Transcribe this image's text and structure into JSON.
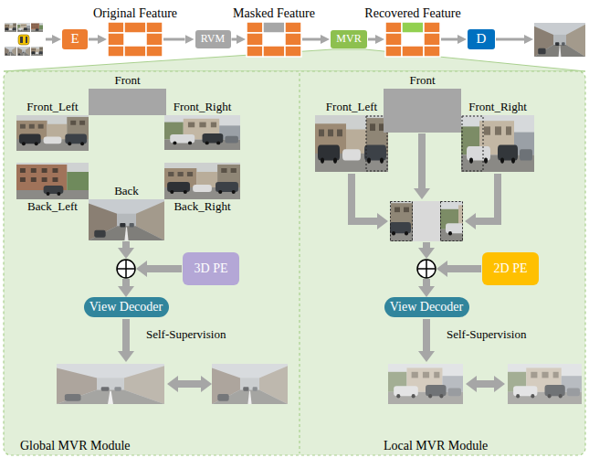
{
  "diagram": {
    "nodes": [
      {
        "text": [
          "E"
        ]
      },
      {
        "text": [
          "Original Feature"
        ]
      },
      {
        "text": [
          "RVM"
        ]
      },
      {
        "text": [
          "Masked Feature"
        ]
      },
      {
        "text": [
          "MVR"
        ]
      },
      {
        "text": [
          "Recovered Feature"
        ]
      },
      {
        "text": [
          "D"
        ]
      },
      {
        "text": [
          "Global MVR Module"
        ]
      },
      {
        "text": [
          "Front"
        ],
        "in": 7
      },
      {
        "text": [
          "Front_Left"
        ],
        "in": 7
      },
      {
        "text": [
          "Front_Right"
        ],
        "in": 7
      },
      {
        "text": [
          "Back_Left"
        ],
        "in": 7
      },
      {
        "text": [
          "Back_Right"
        ],
        "in": 7
      },
      {
        "text": [
          "Back"
        ],
        "in": 7
      },
      {
        "text": [
          "3D PE"
        ],
        "in": 7
      },
      {
        "text": [
          "View Decoder"
        ],
        "in": 7
      },
      {
        "text": [
          "Local MVR Module"
        ]
      },
      {
        "text": [
          "Front"
        ],
        "in": 16
      },
      {
        "text": [
          "Front_Left"
        ],
        "in": 16
      },
      {
        "text": [
          "Front_Right"
        ],
        "in": 16
      },
      {
        "text": [
          "2D PE"
        ],
        "in": 16
      },
      {
        "text": [
          "View Decoder"
        ],
        "in": 16
      }
    ],
    "edges": [
      {
        "from": 0,
        "to": 1,
        "arrow": "to"
      },
      {
        "from": 1,
        "to": 2,
        "arrow": "to"
      },
      {
        "from": 2,
        "to": 3,
        "arrow": "to"
      },
      {
        "from": 3,
        "to": 4,
        "arrow": "to"
      },
      {
        "from": 4,
        "to": 5,
        "arrow": "to"
      },
      {
        "from": 5,
        "to": 6,
        "arrow": "to"
      }
    ],
    "labels": [
      "Self-Supervision",
      "Self-Supervision"
    ]
  }
}
